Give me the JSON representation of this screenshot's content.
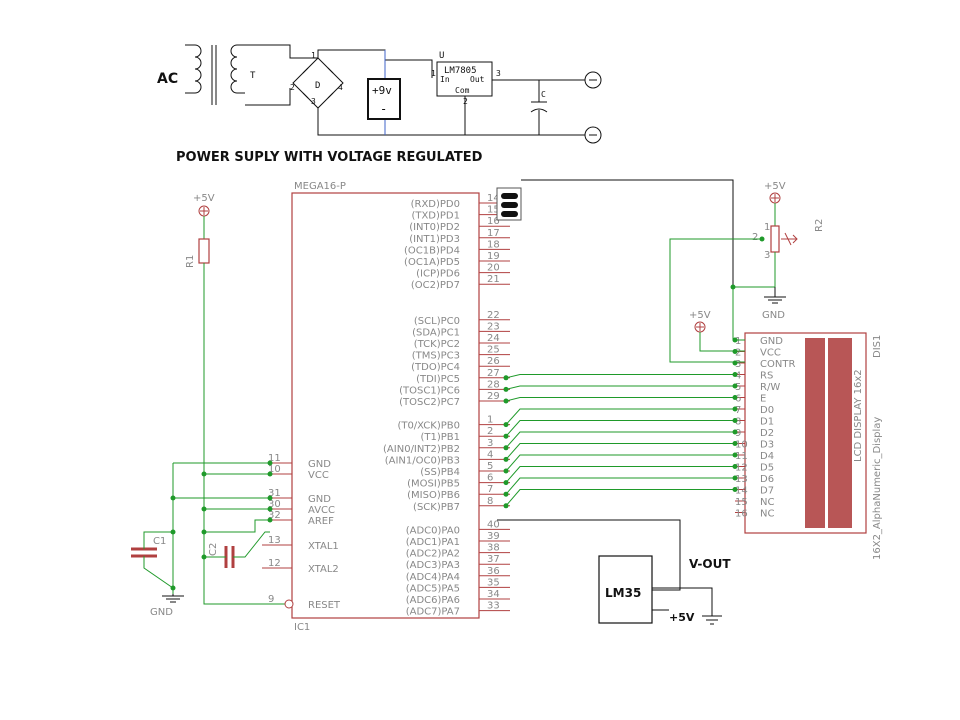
{
  "power_supply": {
    "ac_label": "AC",
    "transformer_label": "T",
    "bridge_label": "D",
    "bridge_pins": [
      "1",
      "2",
      "3",
      "4"
    ],
    "battery_plus": "+9v",
    "battery_minus": "-",
    "regulator_ref": "U",
    "regulator_name": "LM7805",
    "regulator_in": "In",
    "regulator_out": "Out",
    "regulator_com": "Com",
    "regulator_pins": [
      "1",
      "2",
      "3"
    ],
    "cap_label": "C",
    "caption": "POWER SUPLY WITH VOLTAGE REGULATED"
  },
  "mcu": {
    "name": "MEGA16-P",
    "ref": "IC1",
    "right_pins": [
      {
        "num": "14",
        "label": "(RXD)PD0"
      },
      {
        "num": "15",
        "label": "(TXD)PD1"
      },
      {
        "num": "16",
        "label": "(INT0)PD2"
      },
      {
        "num": "17",
        "label": "(INT1)PD3"
      },
      {
        "num": "18",
        "label": "(OC1B)PD4"
      },
      {
        "num": "19",
        "label": "(OC1A)PD5"
      },
      {
        "num": "20",
        "label": "(ICP)PD6"
      },
      {
        "num": "21",
        "label": "(OC2)PD7"
      },
      {
        "num": "22",
        "label": "(SCL)PC0"
      },
      {
        "num": "23",
        "label": "(SDA)PC1"
      },
      {
        "num": "24",
        "label": "(TCK)PC2"
      },
      {
        "num": "25",
        "label": "(TMS)PC3"
      },
      {
        "num": "26",
        "label": "(TDO)PC4"
      },
      {
        "num": "27",
        "label": "(TDI)PC5"
      },
      {
        "num": "28",
        "label": "(TOSC1)PC6"
      },
      {
        "num": "29",
        "label": "(TOSC2)PC7"
      },
      {
        "num": "1",
        "label": "(T0/XCK)PB0"
      },
      {
        "num": "2",
        "label": "(T1)PB1"
      },
      {
        "num": "3",
        "label": "(AIN0/INT2)PB2"
      },
      {
        "num": "4",
        "label": "(AIN1/OC0)PB3"
      },
      {
        "num": "5",
        "label": "(SS)PB4"
      },
      {
        "num": "6",
        "label": "(MOSI)PB5"
      },
      {
        "num": "7",
        "label": "(MISO)PB6"
      },
      {
        "num": "8",
        "label": "(SCK)PB7"
      },
      {
        "num": "40",
        "label": "(ADC0)PA0"
      },
      {
        "num": "39",
        "label": "(ADC1)PA1"
      },
      {
        "num": "38",
        "label": "(ADC2)PA2"
      },
      {
        "num": "37",
        "label": "(ADC3)PA3"
      },
      {
        "num": "36",
        "label": "(ADC4)PA4"
      },
      {
        "num": "35",
        "label": "(ADC5)PA5"
      },
      {
        "num": "34",
        "label": "(ADC6)PA6"
      },
      {
        "num": "33",
        "label": "(ADC7)PA7"
      }
    ],
    "left_pins": [
      {
        "num": "11",
        "label": "GND"
      },
      {
        "num": "10",
        "label": "VCC"
      },
      {
        "num": "31",
        "label": "GND"
      },
      {
        "num": "30",
        "label": "AVCC"
      },
      {
        "num": "32",
        "label": "AREF"
      },
      {
        "num": "13",
        "label": "XTAL1"
      },
      {
        "num": "12",
        "label": "XTAL2"
      },
      {
        "num": "9",
        "label": "RESET"
      }
    ]
  },
  "lcd": {
    "ref": "DIS1",
    "model": "LCD DISPLAY 16x2",
    "library": "16X2_AlphaNumeric_Display",
    "pins": [
      {
        "num": "1",
        "label": "GND"
      },
      {
        "num": "2",
        "label": "VCC"
      },
      {
        "num": "3",
        "label": "CONTR"
      },
      {
        "num": "4",
        "label": "RS"
      },
      {
        "num": "5",
        "label": "R/W"
      },
      {
        "num": "6",
        "label": "E"
      },
      {
        "num": "7",
        "label": "D0"
      },
      {
        "num": "8",
        "label": "D1"
      },
      {
        "num": "9",
        "label": "D2"
      },
      {
        "num": "10",
        "label": "D3"
      },
      {
        "num": "11",
        "label": "D4"
      },
      {
        "num": "12",
        "label": "D5"
      },
      {
        "num": "13",
        "label": "D6"
      },
      {
        "num": "14",
        "label": "D7"
      },
      {
        "num": "15",
        "label": "NC"
      },
      {
        "num": "16",
        "label": "NC"
      }
    ]
  },
  "supplies": {
    "plus5v": "+5V",
    "gnd": "GND"
  },
  "components": {
    "r1": "R1",
    "r2": "R2",
    "r2_pins": [
      "1",
      "2",
      "3"
    ],
    "c1": "C1",
    "c2": "C2"
  },
  "sensor": {
    "name": "LM35",
    "vout": "V-OUT",
    "vcc": "+5V"
  },
  "colors": {
    "wire": "#1f9a2a",
    "part": "#b04040",
    "lcd_fill": "#b85656",
    "label": "#888888"
  }
}
